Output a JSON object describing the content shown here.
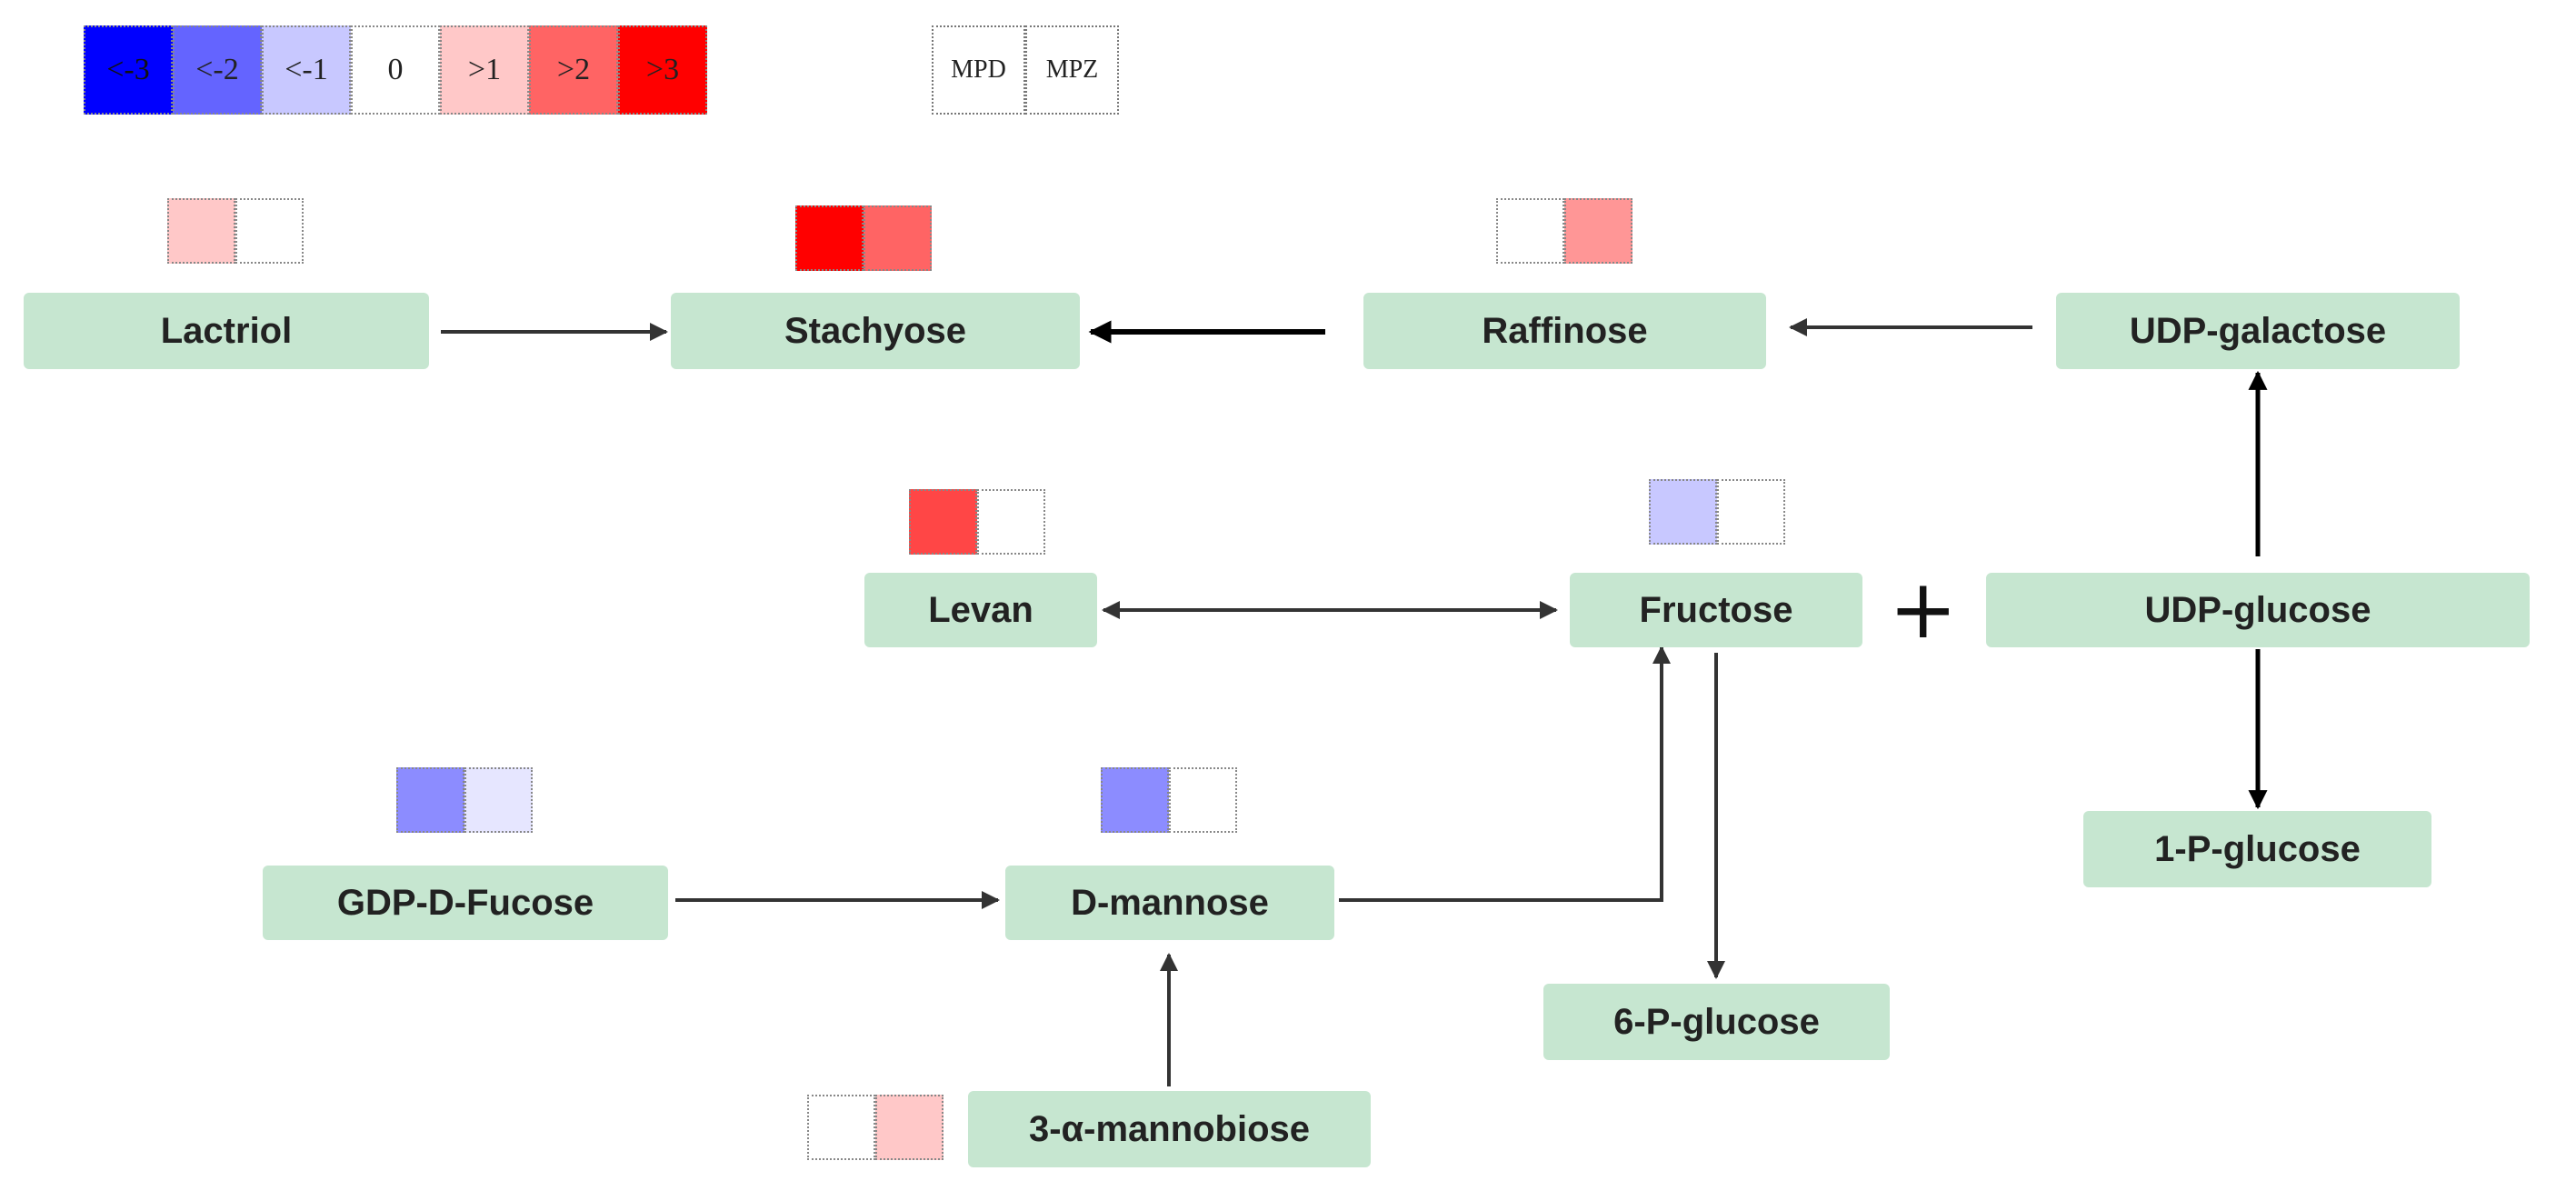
{
  "scale": {
    "labels": [
      "<-3",
      "<-2",
      "<-1",
      "0",
      ">1",
      ">2",
      ">3"
    ],
    "colors": [
      "#0000ff",
      "#6464ff",
      "#c8c8ff",
      "#ffffff",
      "#ffc8c8",
      "#ff6464",
      "#ff0000"
    ]
  },
  "sample_legend": {
    "left": "MPD",
    "right": "MPZ"
  },
  "nodes": {
    "lactriol": "Lactriol",
    "stachyose": "Stachyose",
    "raffinose": "Raffinose",
    "udp_galactose": "UDP-galactose",
    "levan": "Levan",
    "fructose": "Fructose",
    "udp_glucose": "UDP-glucose",
    "p1_glucose": "1-P-glucose",
    "gdp_d_fucose": "GDP-D-Fucose",
    "d_mannose": "D-mannose",
    "p6_glucose": "6-P-glucose",
    "mannobiose": "3-α-mannobiose"
  },
  "plus_sign": "+",
  "heat": {
    "lactriol": {
      "mpd": "#ffc8c8",
      "mpz": "#ffffff"
    },
    "stachyose": {
      "mpd": "#ff0000",
      "mpz": "#ff6464"
    },
    "raffinose": {
      "mpd": "#ffffff",
      "mpz": "#ff9696"
    },
    "levan": {
      "mpd": "#ff4646",
      "mpz": "#ffffff"
    },
    "fructose": {
      "mpd": "#c8c8ff",
      "mpz": "#ffffff"
    },
    "gdp_d_fucose": {
      "mpd": "#8c8cff",
      "mpz": "#e6e6ff"
    },
    "d_mannose": {
      "mpd": "#8c8cff",
      "mpz": "#ffffff"
    },
    "mannobiose": {
      "mpd": "#ffffff",
      "mpz": "#ffc8c8"
    }
  }
}
